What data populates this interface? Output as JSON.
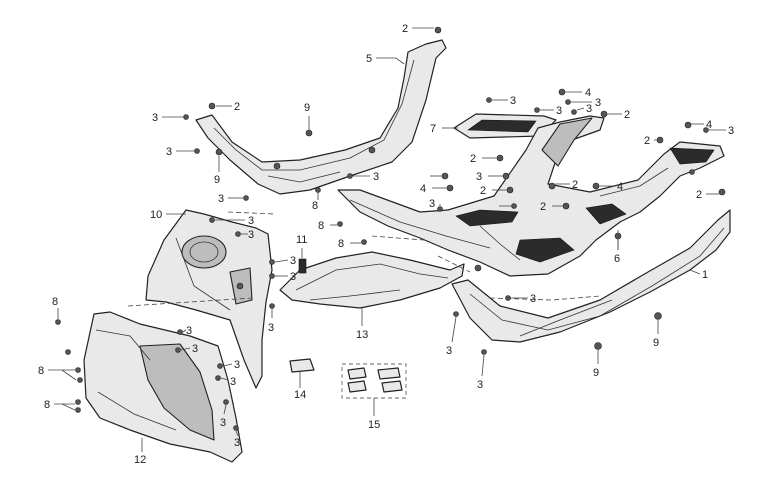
{
  "labels": {
    "c1": "1",
    "c2": "2",
    "c3": "3",
    "c4": "4",
    "c5": "5",
    "c6": "6",
    "c7": "7",
    "c8": "8",
    "c9": "9",
    "c10": "10",
    "c11": "11",
    "c12": "12",
    "c13": "13",
    "c14": "14",
    "c15": "15"
  }
}
